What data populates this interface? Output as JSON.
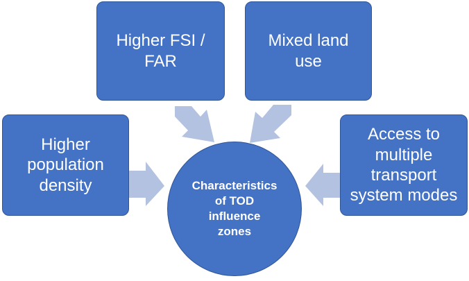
{
  "center": {
    "label": "Characteristics\nof TOD\ninfluence\nzones"
  },
  "boxes": {
    "fsi": "Higher FSI /\nFAR",
    "mixed_use": "Mixed land\nuse",
    "population": "Higher\npopulation\ndensity",
    "transport": "Access to\nmultiple\ntransport\nsystem modes"
  },
  "colors": {
    "box_fill": "#4472c4",
    "box_border": "#2f5597",
    "arrow_fill": "#b4c2e1",
    "text": "#ffffff"
  }
}
